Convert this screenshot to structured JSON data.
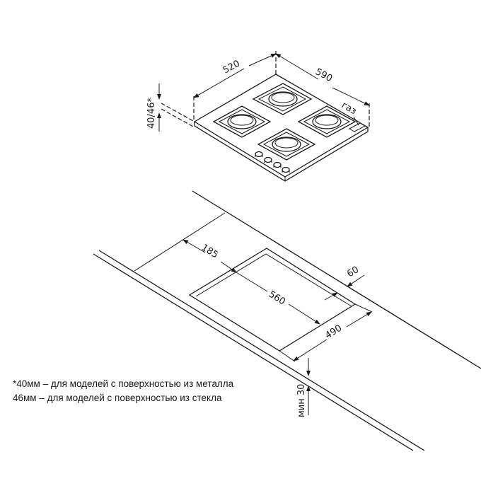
{
  "hob": {
    "width_label": "520",
    "depth_label": "590",
    "height_label": "40/46*",
    "gas_label": "газ"
  },
  "cutout": {
    "offset_back_label": "185",
    "width_label": "560",
    "offset_side_label": "60",
    "depth_label": "490",
    "min_thickness_label": "мин 30"
  },
  "notes": [
    "*40мм – для моделей с поверхностью из металла",
    "46мм – для моделей с поверхностью из стекла"
  ]
}
